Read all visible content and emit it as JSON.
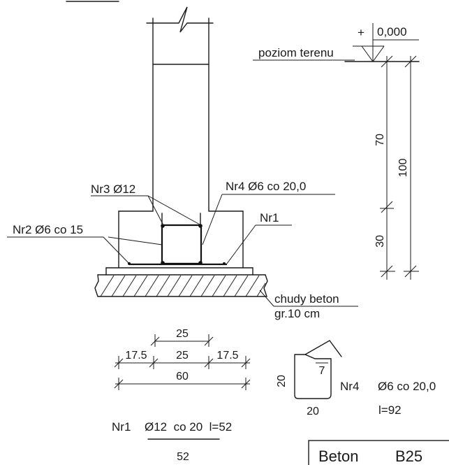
{
  "labels": {
    "level_value": "0,000",
    "plus_sign": "+",
    "ground_level": "poziom terenu",
    "nr3": "Nr3 Ø12",
    "nr4": "Nr4 Ø6 co 20,0",
    "nr2": "Nr2 Ø6 co 15",
    "nr1": "Nr1",
    "lean_concrete": "chudy beton",
    "lean_concrete_thickness": "gr.10 cm"
  },
  "dimensions": {
    "v70": "70",
    "v100": "100",
    "v30": "30",
    "h25_top": "25",
    "h17_5_left": "17.5",
    "h25_mid": "25",
    "h17_5_right": "17.5",
    "h60": "60"
  },
  "stirrup": {
    "side": "20",
    "hook": "7",
    "bottom": "20",
    "label": "Nr4",
    "spec": "Ø6 co 20,0",
    "length": "l=92"
  },
  "bar_nr1": {
    "label": "Nr1",
    "spec": "Ø12  co 20  l=52",
    "length": "52"
  },
  "concrete_box": {
    "label": "Beton",
    "grade": "B25"
  }
}
